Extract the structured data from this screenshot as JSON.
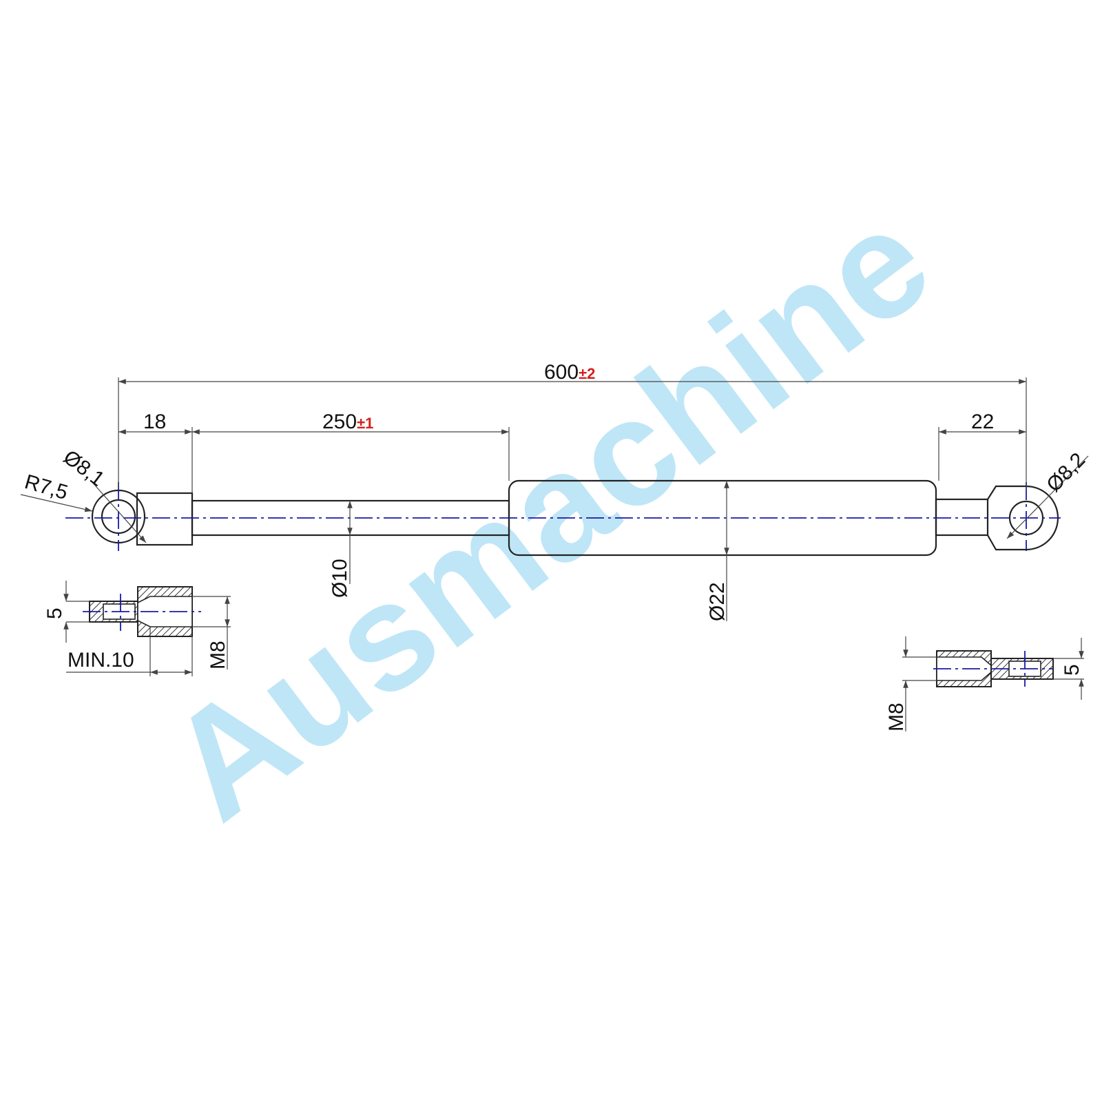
{
  "watermark": {
    "text": "Ausmachine",
    "color": "#bfe6f7"
  },
  "colors": {
    "centerline": "#1a1aa8",
    "tolerance": "#d42020",
    "line": "#222222"
  },
  "dimensions": {
    "overall_length": {
      "value": "600",
      "tolerance": "±2"
    },
    "stroke": {
      "value": "250",
      "tolerance": "±1"
    },
    "left_end_length": "18",
    "right_end_length": "22",
    "left_eye_diameter": "Ø8,1",
    "left_eye_radius": "R7,5",
    "right_eye_diameter": "Ø8,2",
    "rod_diameter": "Ø10",
    "body_diameter": "Ø22",
    "left_detail_height": "5",
    "left_detail_thread": "M8",
    "left_detail_min_depth": "MIN.10",
    "right_detail_height": "5",
    "right_detail_thread": "M8"
  }
}
